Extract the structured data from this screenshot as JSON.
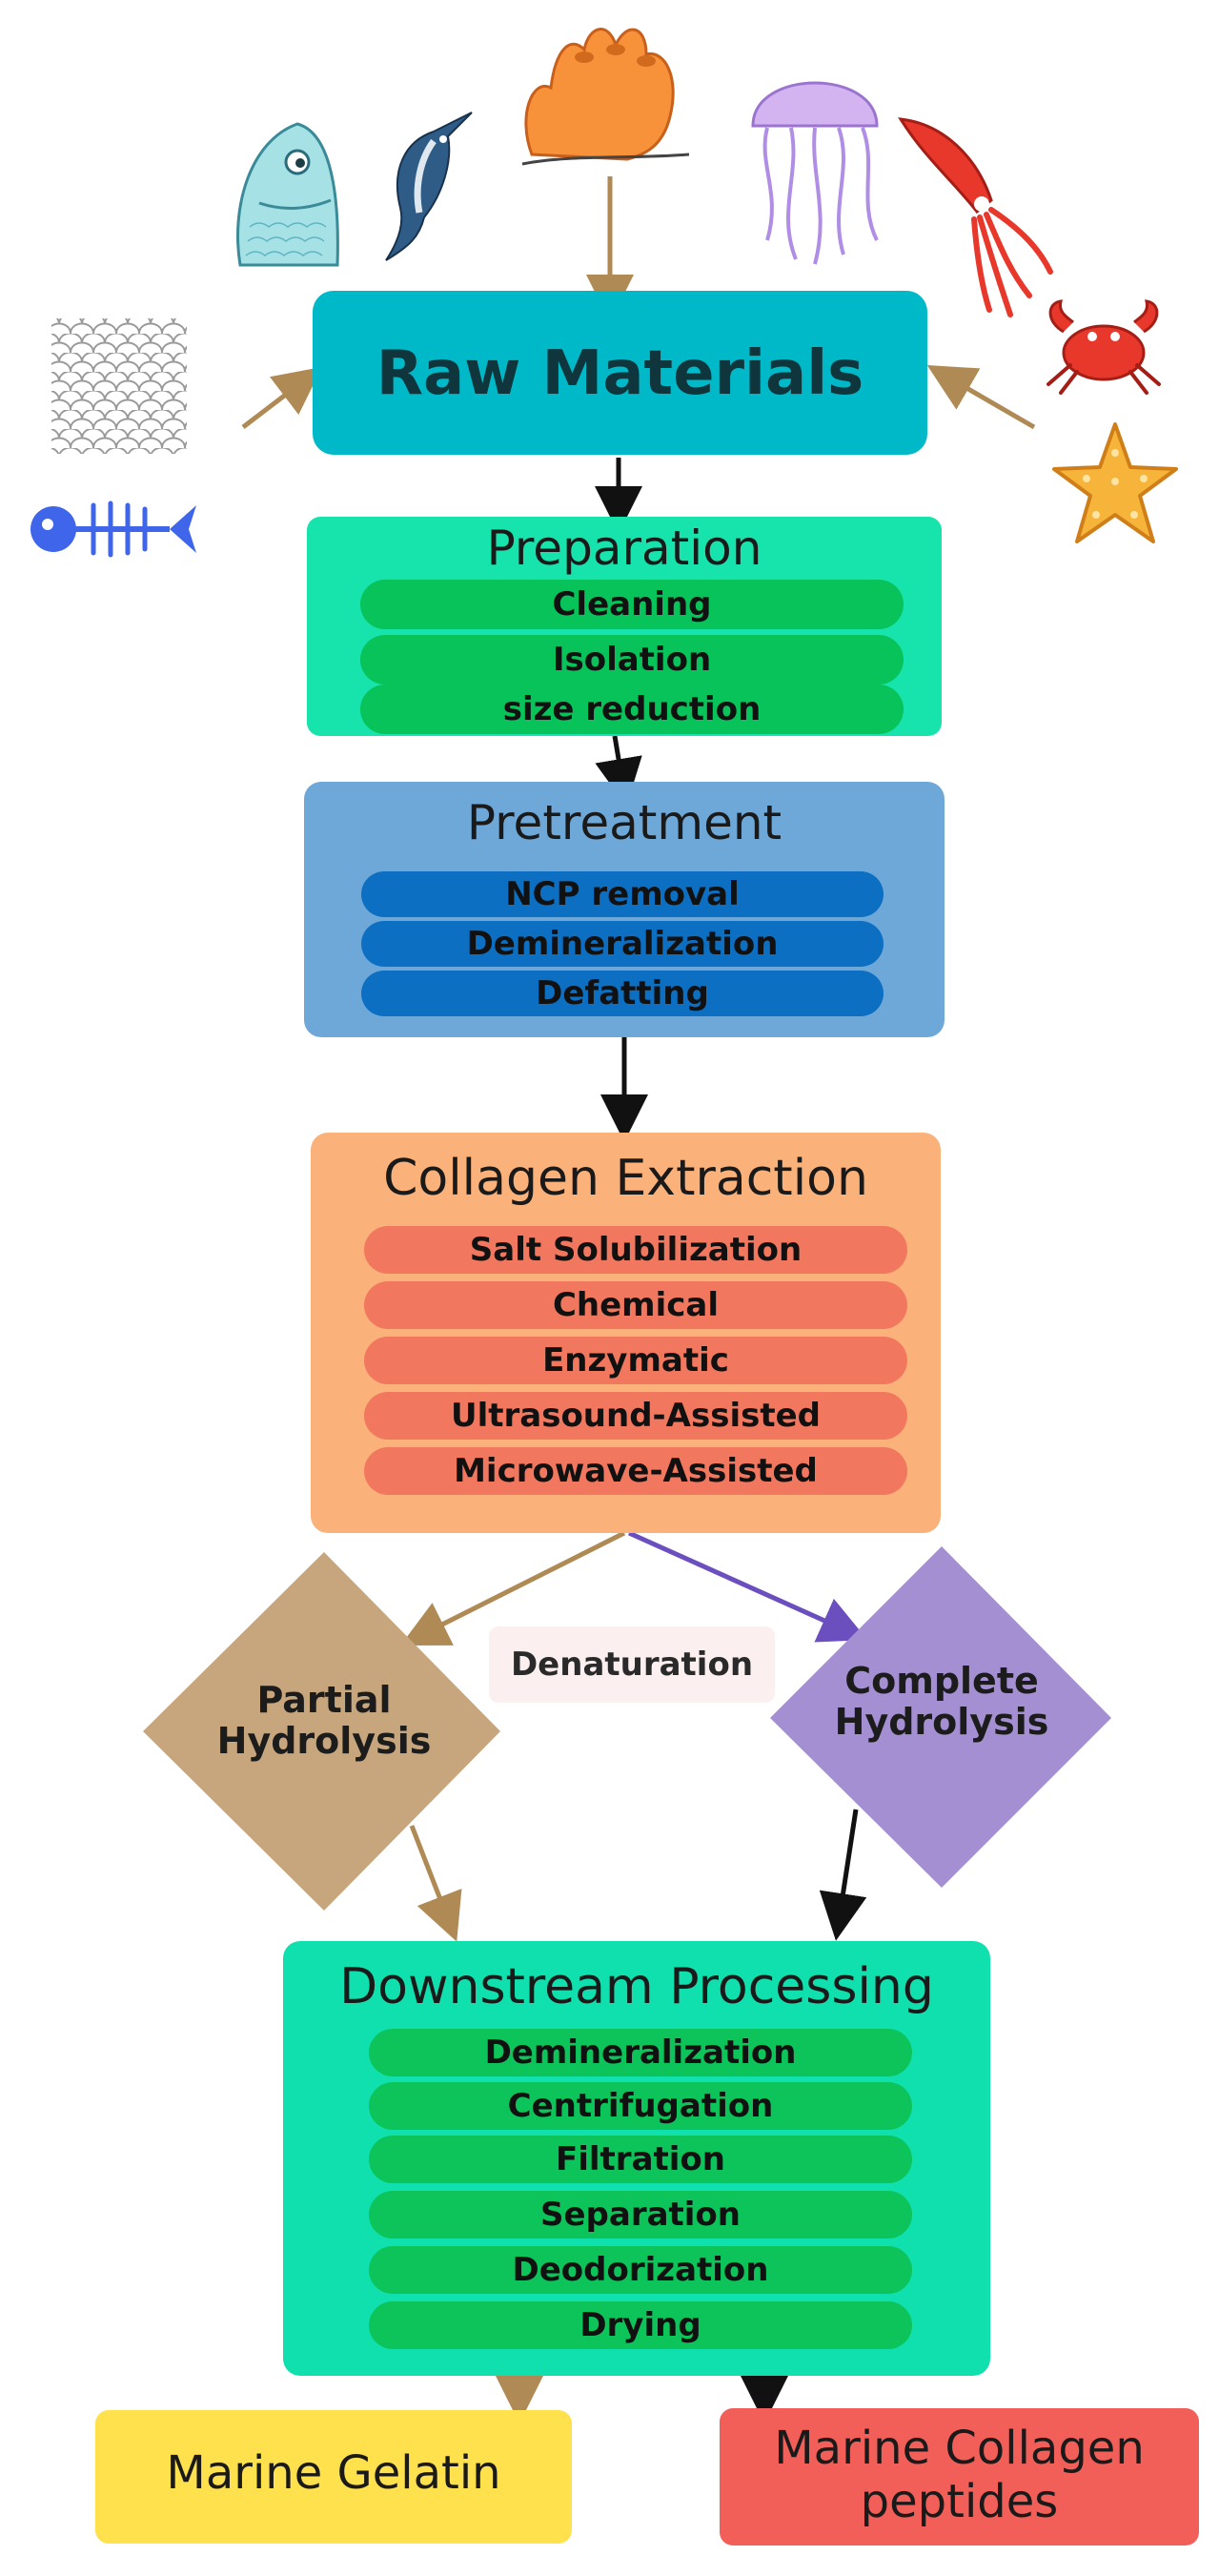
{
  "diagram": {
    "raw_materials": {
      "title": "Raw Materials",
      "icons": [
        "fish-head-icon",
        "swordfish-icon",
        "sponge-coral-icon",
        "jellyfish-icon",
        "squid-icon",
        "crab-icon",
        "starfish-icon",
        "fish-scales-icon",
        "fish-bone-icon"
      ]
    },
    "preparation": {
      "title": "Preparation",
      "steps": [
        "Cleaning",
        "Isolation",
        "size reduction"
      ]
    },
    "pretreatment": {
      "title": "Pretreatment",
      "steps": [
        "NCP removal",
        "Demineralization",
        "Defatting"
      ]
    },
    "extraction": {
      "title": "Collagen Extraction",
      "steps": [
        "Salt Solubilization",
        "Chemical",
        "Enzymatic",
        "Ultrasound-Assisted",
        "Microwave-Assisted"
      ]
    },
    "partial": {
      "line1": "Partial",
      "line2": "Hydrolysis"
    },
    "denaturation": "Denaturation",
    "complete": {
      "line1": "Complete",
      "line2": "Hydrolysis"
    },
    "downstream": {
      "title": "Downstream Processing",
      "steps": [
        "Demineralization",
        "Centrifugation",
        "Filtration",
        "Separation",
        "Deodorization",
        "Drying"
      ]
    },
    "outputs": {
      "gelatin": "Marine Gelatin",
      "peptides_line1": "Marine Collagen",
      "peptides_line2": "peptides"
    }
  },
  "colors": {
    "raw": "#00b9c8",
    "prep_box": "#17e3ac",
    "prep_pill": "#08c25a",
    "pre_box": "#6ea8d9",
    "pre_pill": "#0d6fc2",
    "ext_box": "#fbb27a",
    "ext_pill": "#f1785f",
    "partial": "#c7a67d",
    "complete": "#a48fd2",
    "down_box": "#10e0ae",
    "down_pill": "#0cc45a",
    "gelatin": "#ffe04d",
    "peptides": "#f25f58",
    "arrow_brown": "#b08a55",
    "arrow_purple": "#6b4fbf"
  }
}
